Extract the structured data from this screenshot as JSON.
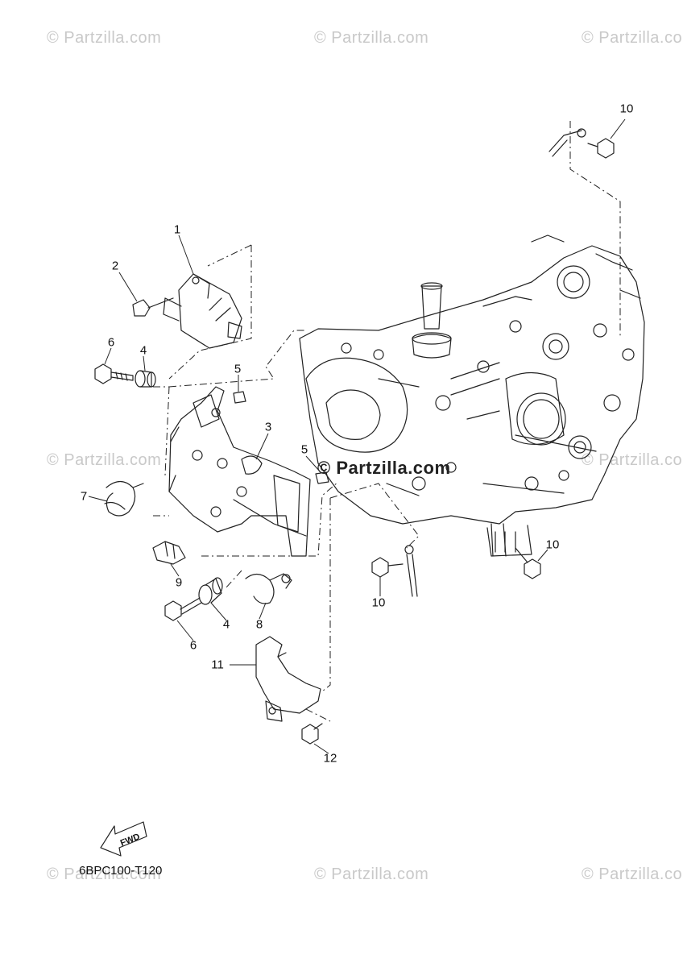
{
  "watermark": {
    "text": "© Partzilla.com",
    "center_text": "© Partzilla.com"
  },
  "diagram": {
    "code": "6BPC100-T120",
    "fwd_label": "FWD",
    "callouts": [
      {
        "id": "c1",
        "label": "1"
      },
      {
        "id": "c2",
        "label": "2"
      },
      {
        "id": "c3",
        "label": "3"
      },
      {
        "id": "c4a",
        "label": "4"
      },
      {
        "id": "c4b",
        "label": "4"
      },
      {
        "id": "c5a",
        "label": "5"
      },
      {
        "id": "c5b",
        "label": "5"
      },
      {
        "id": "c6a",
        "label": "6"
      },
      {
        "id": "c6b",
        "label": "6"
      },
      {
        "id": "c7",
        "label": "7"
      },
      {
        "id": "c8",
        "label": "8"
      },
      {
        "id": "c9",
        "label": "9"
      },
      {
        "id": "c10a",
        "label": "10"
      },
      {
        "id": "c10b",
        "label": "10"
      },
      {
        "id": "c10c",
        "label": "10"
      },
      {
        "id": "c11",
        "label": "11"
      },
      {
        "id": "c12",
        "label": "12"
      }
    ]
  }
}
